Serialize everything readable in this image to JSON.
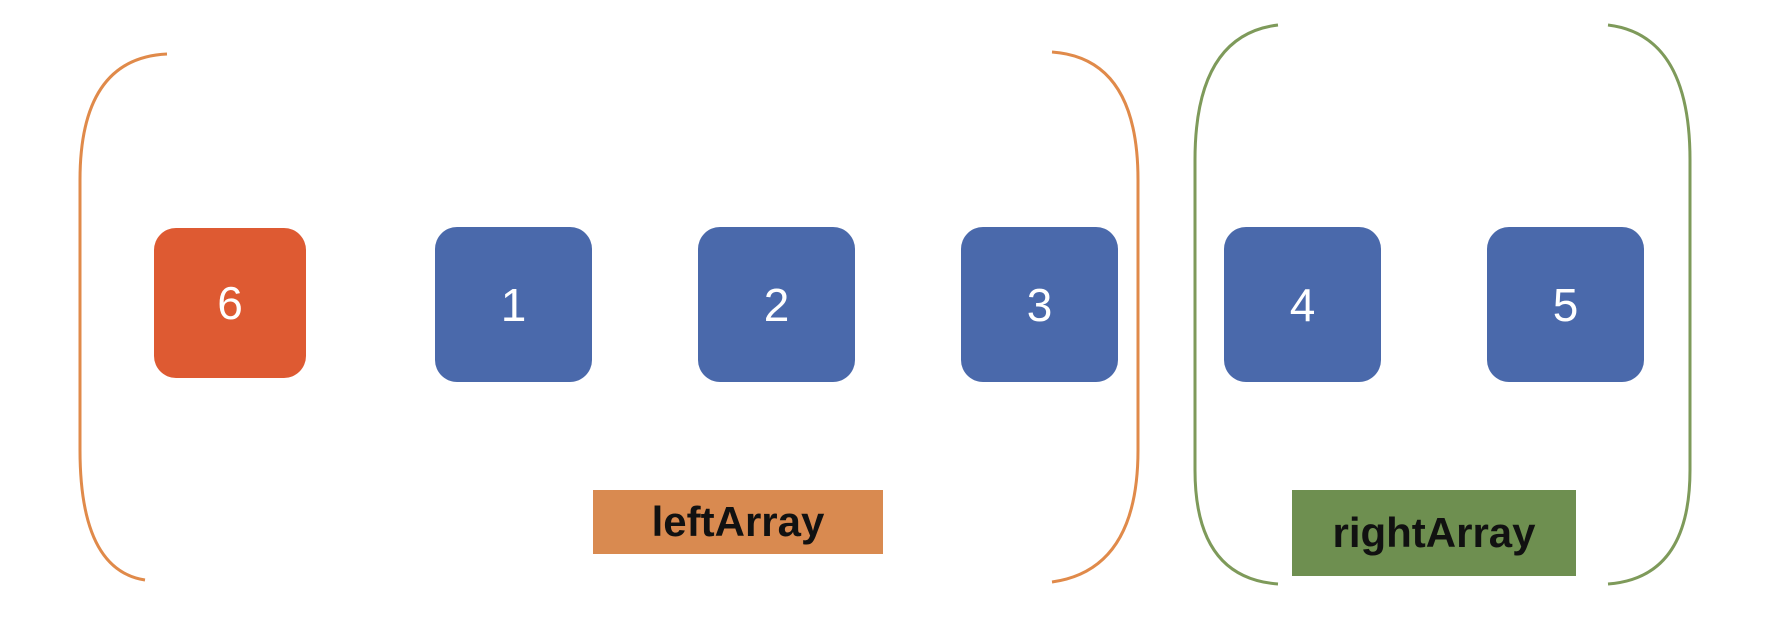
{
  "colors": {
    "left_bracket": "#e08a4a",
    "right_bracket": "#7e9a5a",
    "highlight_box": "#de5a32",
    "box": "#4a69ab",
    "left_label_bg": "#d98a50",
    "right_label_bg": "#6e8f50"
  },
  "boxes": [
    {
      "value": "6",
      "highlighted": true
    },
    {
      "value": "1",
      "highlighted": false
    },
    {
      "value": "2",
      "highlighted": false
    },
    {
      "value": "3",
      "highlighted": false
    },
    {
      "value": "4",
      "highlighted": false
    },
    {
      "value": "5",
      "highlighted": false
    }
  ],
  "labels": {
    "left": "leftArray",
    "right": "rightArray"
  }
}
